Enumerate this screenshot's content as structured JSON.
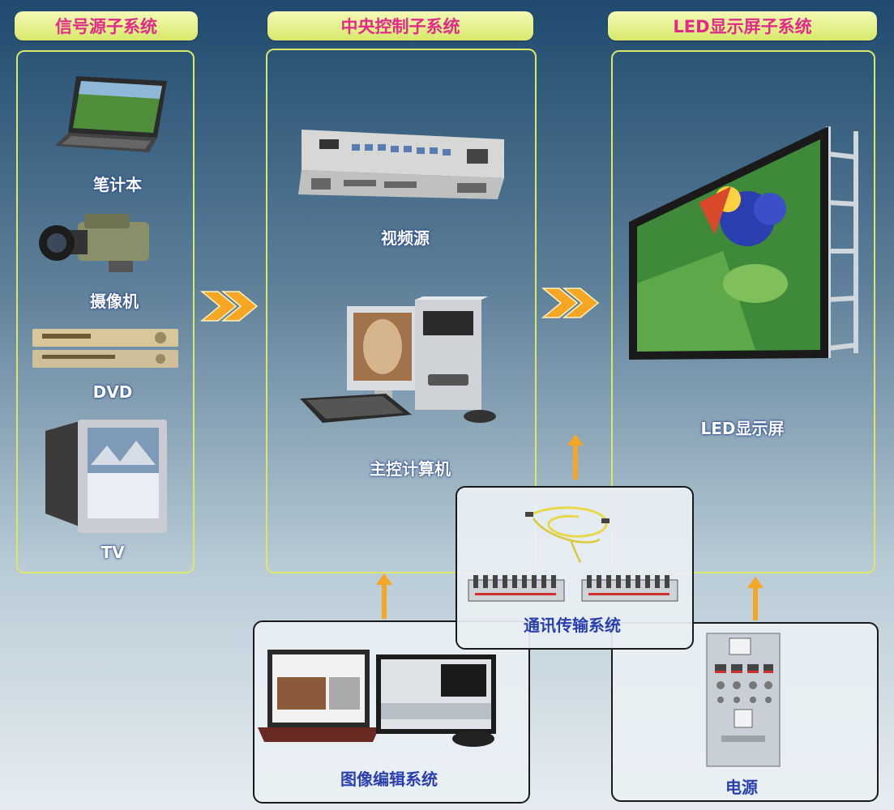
{
  "headers": {
    "signal": "信号源子系统",
    "control": "中央控制子系统",
    "led": "LED显示屏子系统"
  },
  "signal_devices": [
    "笔计本",
    "摄像机",
    "DVD",
    "TV"
  ],
  "control_devices": [
    "视频源",
    "主控计算机"
  ],
  "led_devices": [
    "LED显示屏"
  ],
  "bottom_boxes": {
    "comm": "通讯传输系统",
    "image_edit": "图像编辑系统",
    "power": "电源"
  },
  "colors": {
    "header_bg": "#dce96f",
    "header_text": "#e12a8a",
    "panel_border": "#d9e86a",
    "arrow": "#f5a623",
    "label_text": "#ffffff",
    "box_label": "#2a3fb0"
  },
  "icons": [
    "double-chevron-arrow-icon",
    "up-arrow-icon"
  ]
}
